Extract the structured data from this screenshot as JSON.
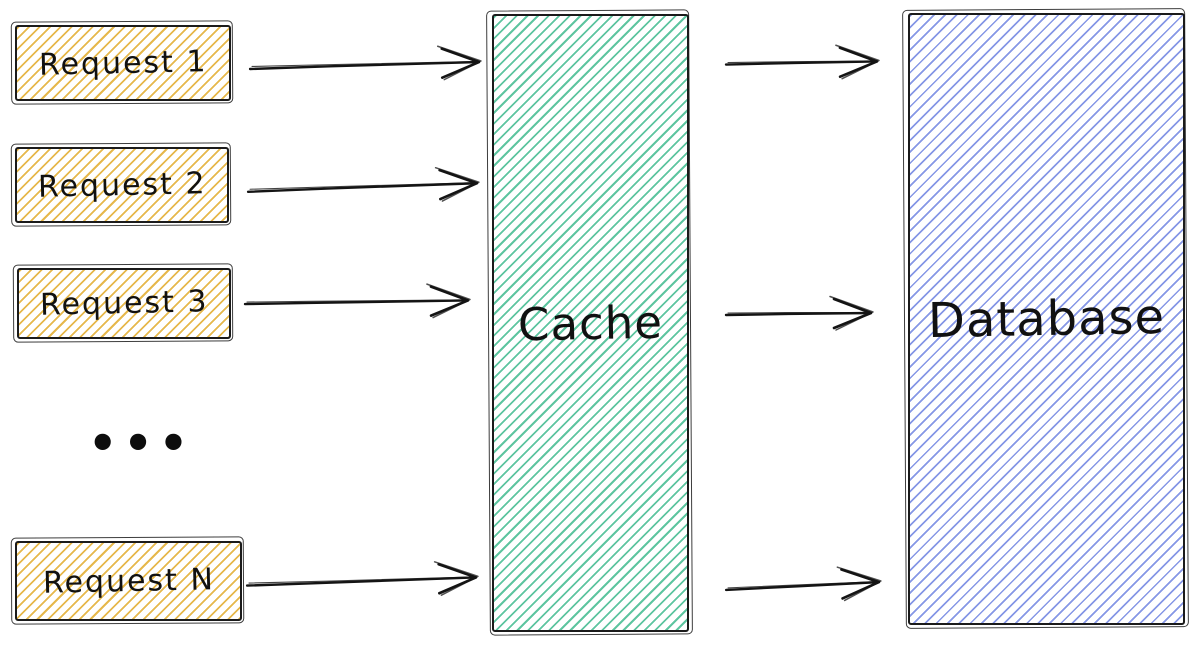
{
  "diagram": {
    "requests": [
      {
        "label": "Request 1"
      },
      {
        "label": "Request 2"
      },
      {
        "label": "Request 3"
      },
      {
        "label": "Request N"
      }
    ],
    "ellipsis": "•••",
    "cache": {
      "label": "Cache"
    },
    "database": {
      "label": "Database"
    },
    "colors": {
      "request_hatch": "#e6b84c",
      "cache_hatch": "#5ec5a0",
      "database_hatch": "#8697e6",
      "stroke": "#1b1b1b",
      "background": "#ffffff"
    }
  }
}
